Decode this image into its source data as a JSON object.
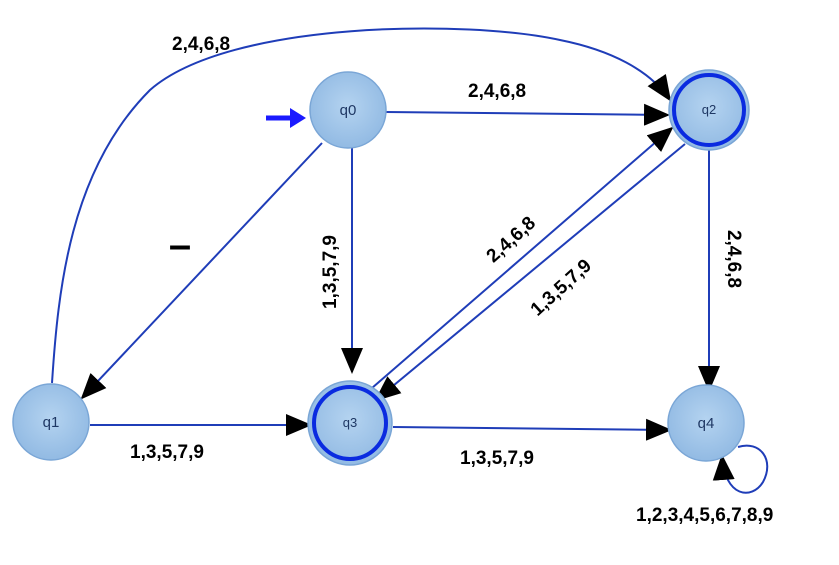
{
  "colors": {
    "edge": "#1f3db8",
    "node_fill": "#9dc3e6",
    "node_stroke": "#6f9fd0",
    "accept_ring": "#0a2be0",
    "start_arrow": "#1a1aff",
    "label_text": "#000000"
  },
  "states": {
    "q0": {
      "label": "q0",
      "accepting": false,
      "start": true
    },
    "q1": {
      "label": "q1",
      "accepting": false,
      "start": false
    },
    "q2": {
      "label": "q2",
      "accepting": true,
      "start": false
    },
    "q3": {
      "label": "q3",
      "accepting": true,
      "start": false
    },
    "q4": {
      "label": "q4",
      "accepting": false,
      "start": false
    }
  },
  "transitions": {
    "q1_q2": {
      "from": "q1",
      "to": "q2",
      "label": "2,4,6,8"
    },
    "q0_q2": {
      "from": "q0",
      "to": "q2",
      "label": "2,4,6,8"
    },
    "q0_q1": {
      "from": "q0",
      "to": "q1",
      "label": "–"
    },
    "q0_q3": {
      "from": "q0",
      "to": "q3",
      "label": "1,3,5,7,9"
    },
    "q3_q2": {
      "from": "q3",
      "to": "q2",
      "label": "2,4,6,8"
    },
    "q2_q3": {
      "from": "q2",
      "to": "q3",
      "label": "1,3,5,7,9"
    },
    "q2_q4": {
      "from": "q2",
      "to": "q4",
      "label": "2,4,6,8"
    },
    "q1_q3": {
      "from": "q1",
      "to": "q3",
      "label": "1,3,5,7,9"
    },
    "q3_q4": {
      "from": "q3",
      "to": "q4",
      "label": "1,3,5,7,9"
    },
    "q4_q4": {
      "from": "q4",
      "to": "q4",
      "label": "1,2,3,4,5,6,7,8,9"
    }
  }
}
